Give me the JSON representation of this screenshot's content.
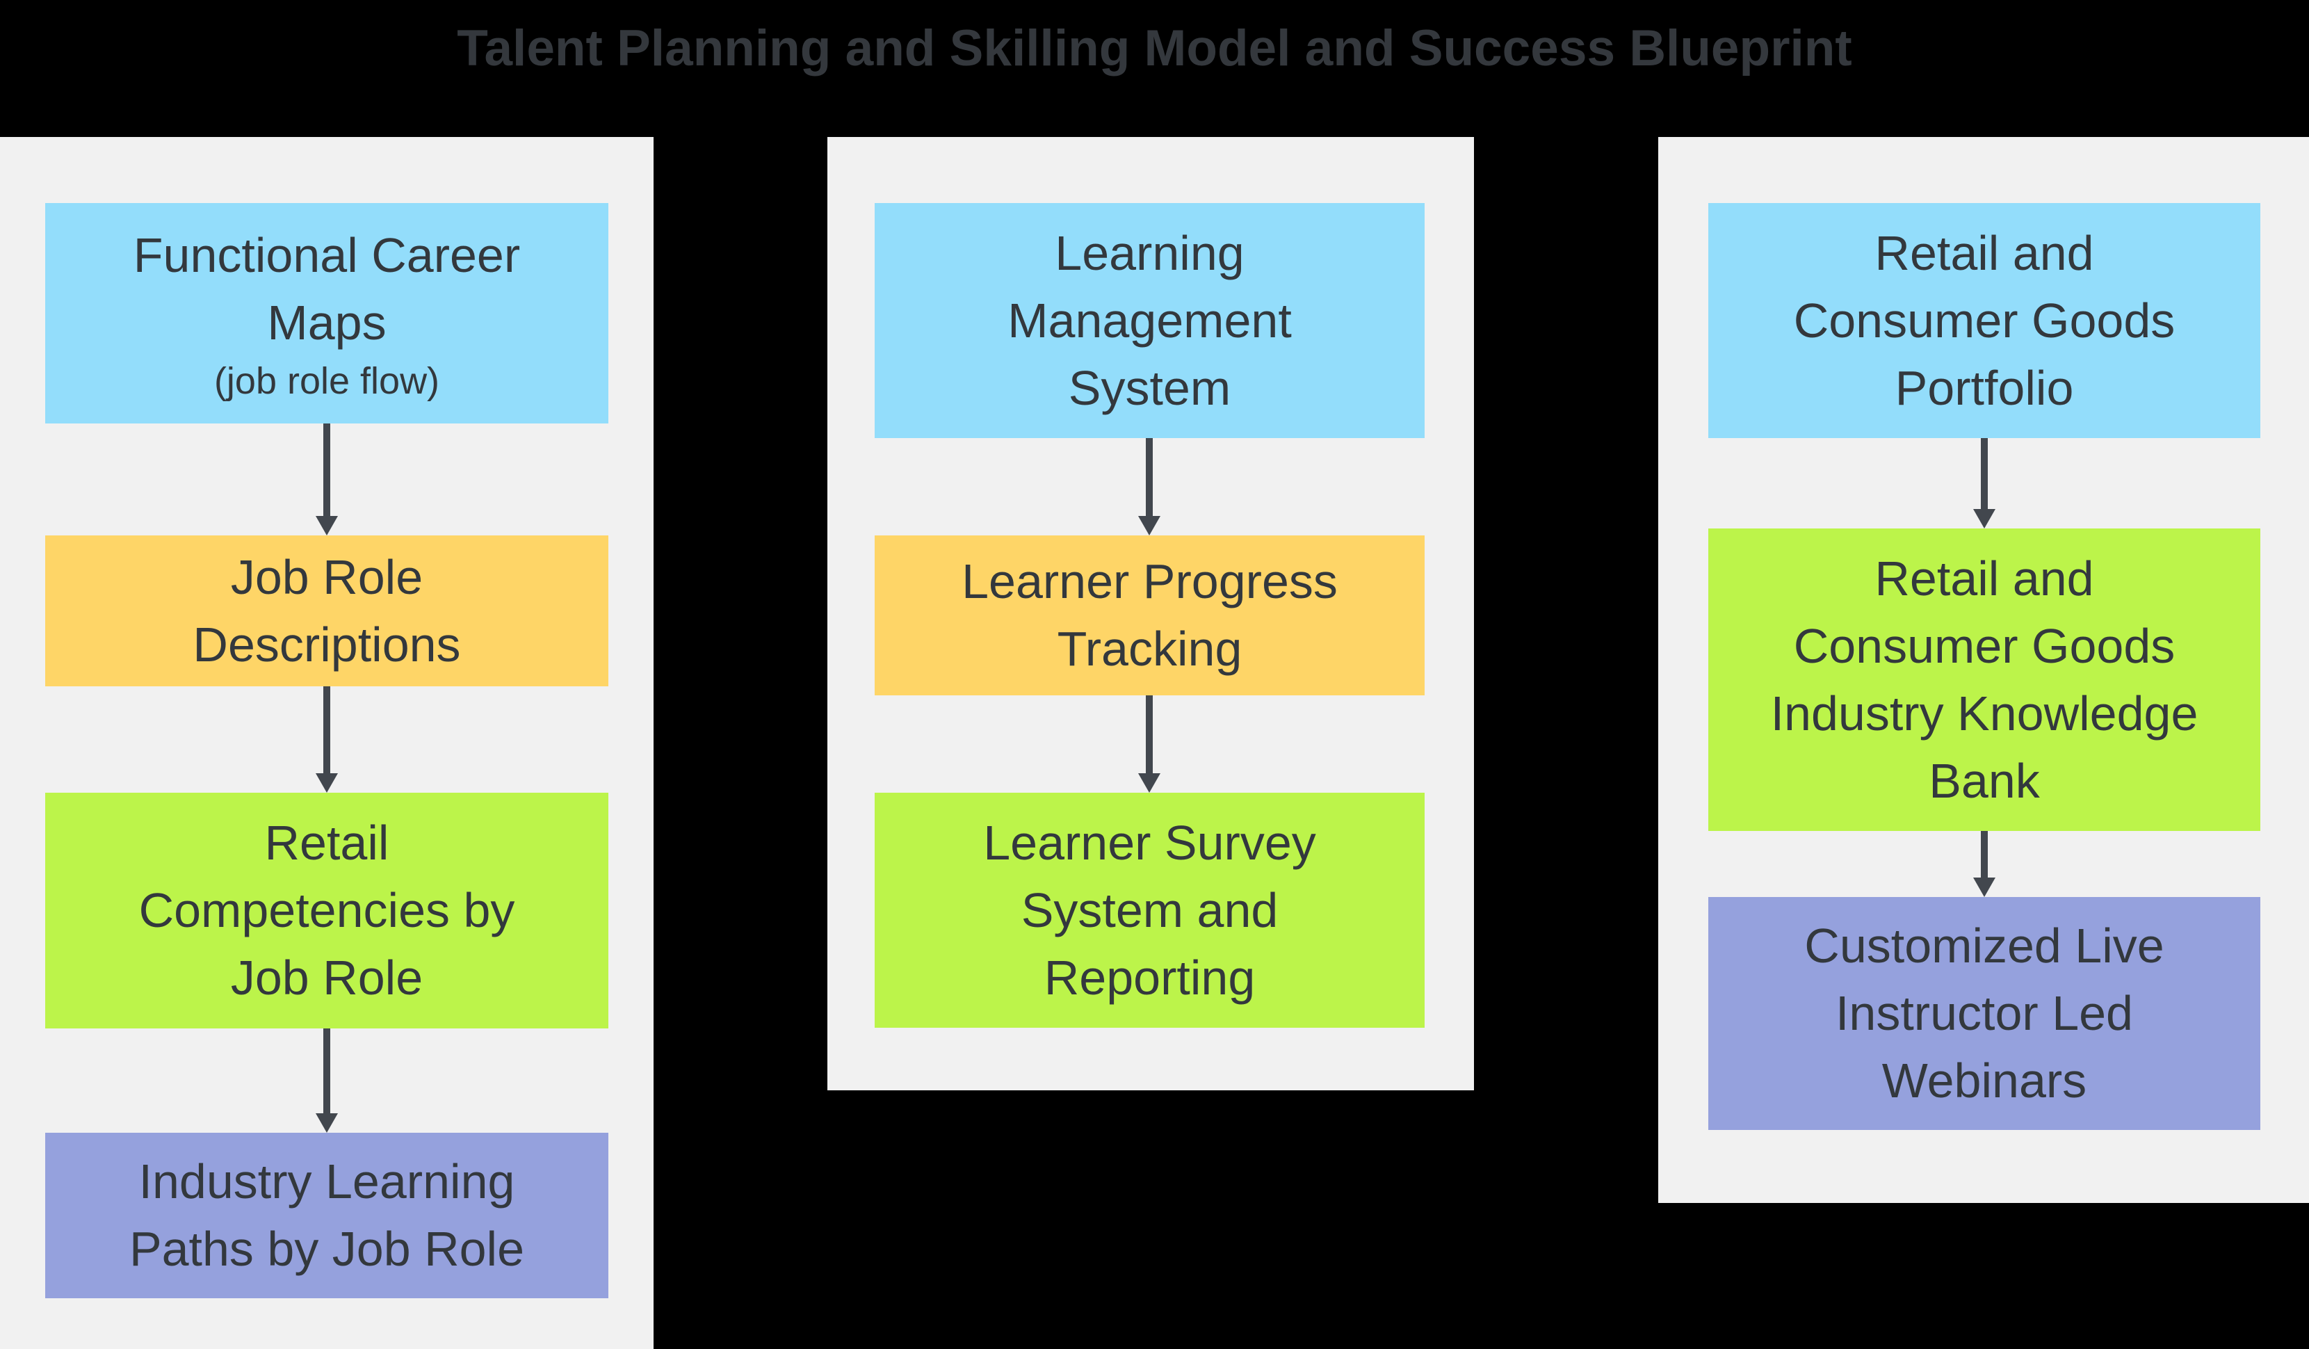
{
  "title": "Talent Planning and Skilling Model and Success Blueprint",
  "colors": {
    "background": "#000000",
    "panel": "#f1f1f1",
    "node_blue": "#93ddfb",
    "node_yellow": "#fed567",
    "node_green": "#bcf44a",
    "node_purple": "#95a1dd",
    "arrow": "#42474e",
    "node_text": "#33383d",
    "title_text": "#34383d"
  },
  "columns": [
    {
      "boxes": [
        {
          "label": "Functional Career\nMaps",
          "sublabel": "(job role flow)",
          "color": "blue"
        },
        {
          "label": "Job Role\nDescriptions",
          "color": "yellow"
        },
        {
          "label": "Retail\nCompetencies by\nJob Role",
          "color": "green"
        },
        {
          "label": "Industry Learning\nPaths by Job Role",
          "color": "purple"
        }
      ]
    },
    {
      "boxes": [
        {
          "label": "Learning\nManagement\nSystem",
          "color": "blue"
        },
        {
          "label": "Learner Progress\nTracking",
          "color": "yellow"
        },
        {
          "label": "Learner Survey\nSystem and\nReporting",
          "color": "green"
        }
      ]
    },
    {
      "boxes": [
        {
          "label": "Retail and\nConsumer Goods\nPortfolio",
          "color": "blue"
        },
        {
          "label": "Retail and\nConsumer Goods\nIndustry Knowledge\nBank",
          "color": "green"
        },
        {
          "label": "Customized Live\nInstructor Led\nWebinars",
          "color": "purple"
        }
      ]
    }
  ]
}
